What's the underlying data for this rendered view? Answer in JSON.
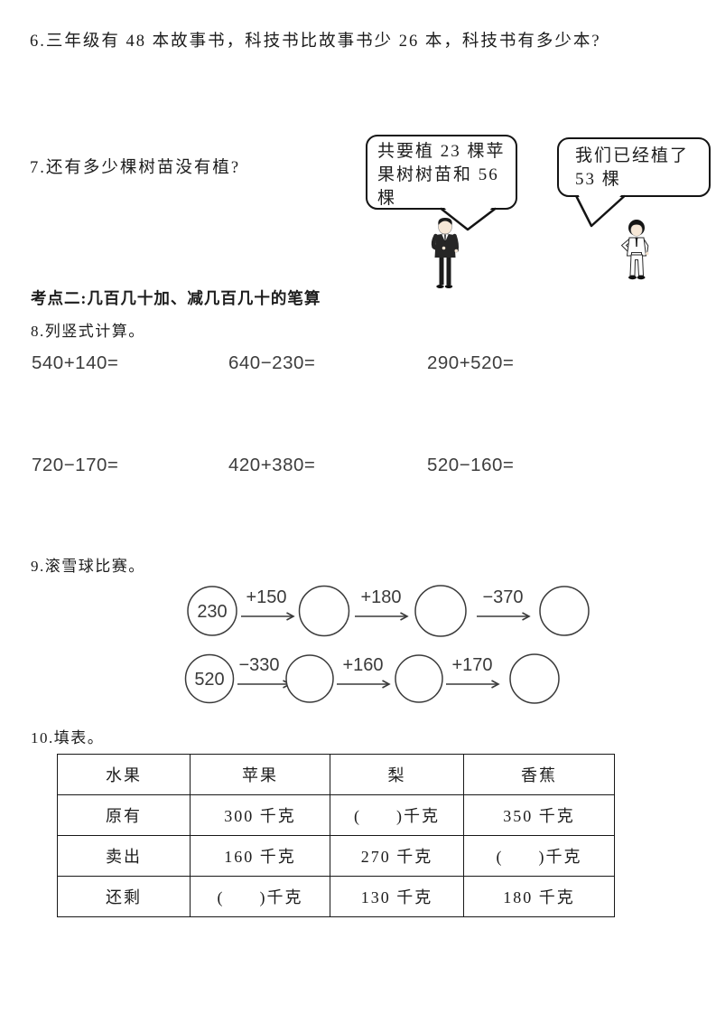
{
  "questions": {
    "q6": "6.三年级有 48 本故事书，科技书比故事书少 26 本，科技书有多少本?",
    "q7": "7.还有多少棵树苗没有植?",
    "section2": "考点二:几百几十加、减几百几十的笔算",
    "q8": "8.列竖式计算。",
    "q9": "9.滚雪球比赛。",
    "q10": "10.填表。"
  },
  "bubbles": {
    "left": {
      "lines": [
        "共要植 23 棵苹",
        "果树树苗和 56",
        "棵"
      ]
    },
    "right": {
      "lines": [
        "我们已经植了",
        "53 棵"
      ]
    }
  },
  "equations": {
    "row1": [
      "540+140=",
      "640−230=",
      "290+520="
    ],
    "row2": [
      "720−170=",
      "420+380=",
      "520−160="
    ]
  },
  "snowball": {
    "row1": {
      "start": "230",
      "op1": "+150",
      "op2": "+180",
      "op3": "−370"
    },
    "row2": {
      "start": "520",
      "op1": "−330",
      "op2": "+160",
      "op3": "+170"
    }
  },
  "table": {
    "headers": [
      "水果",
      "苹果",
      "梨",
      "香蕉"
    ],
    "rows": [
      [
        "原有",
        "300 千克",
        "(      )千克",
        "350 千克"
      ],
      [
        "卖出",
        "160 千克",
        "270 千克",
        "(      )千克"
      ],
      [
        "还剩",
        "(      )千克",
        "130 千克",
        "180 千克"
      ]
    ]
  }
}
